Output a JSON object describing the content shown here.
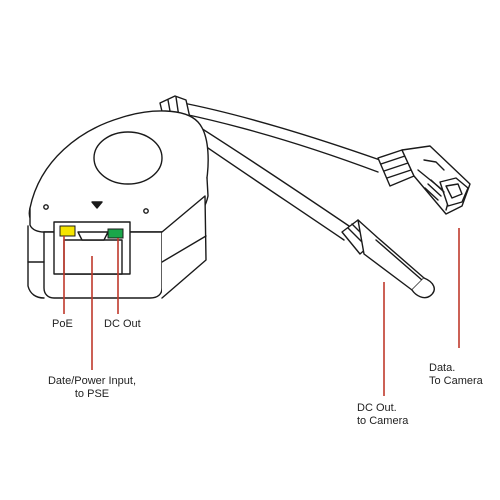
{
  "colors": {
    "leader_line": "#c0392b",
    "poe_led": "#f5e400",
    "dc_led": "#1aa64a",
    "outline": "#1a1a1a",
    "text": "#222222"
  },
  "icons": {
    "device_marker": "triangle-down-icon"
  },
  "labels": {
    "poe": "PoE",
    "dc_out": "DC Out",
    "power_input_line1": "Date/Power Input,",
    "power_input_line2": "to PSE",
    "dc_out_cam_line1": "DC Out.",
    "dc_out_cam_line2": "to Camera",
    "data_line1": "Data.",
    "data_line2": "To Camera"
  }
}
